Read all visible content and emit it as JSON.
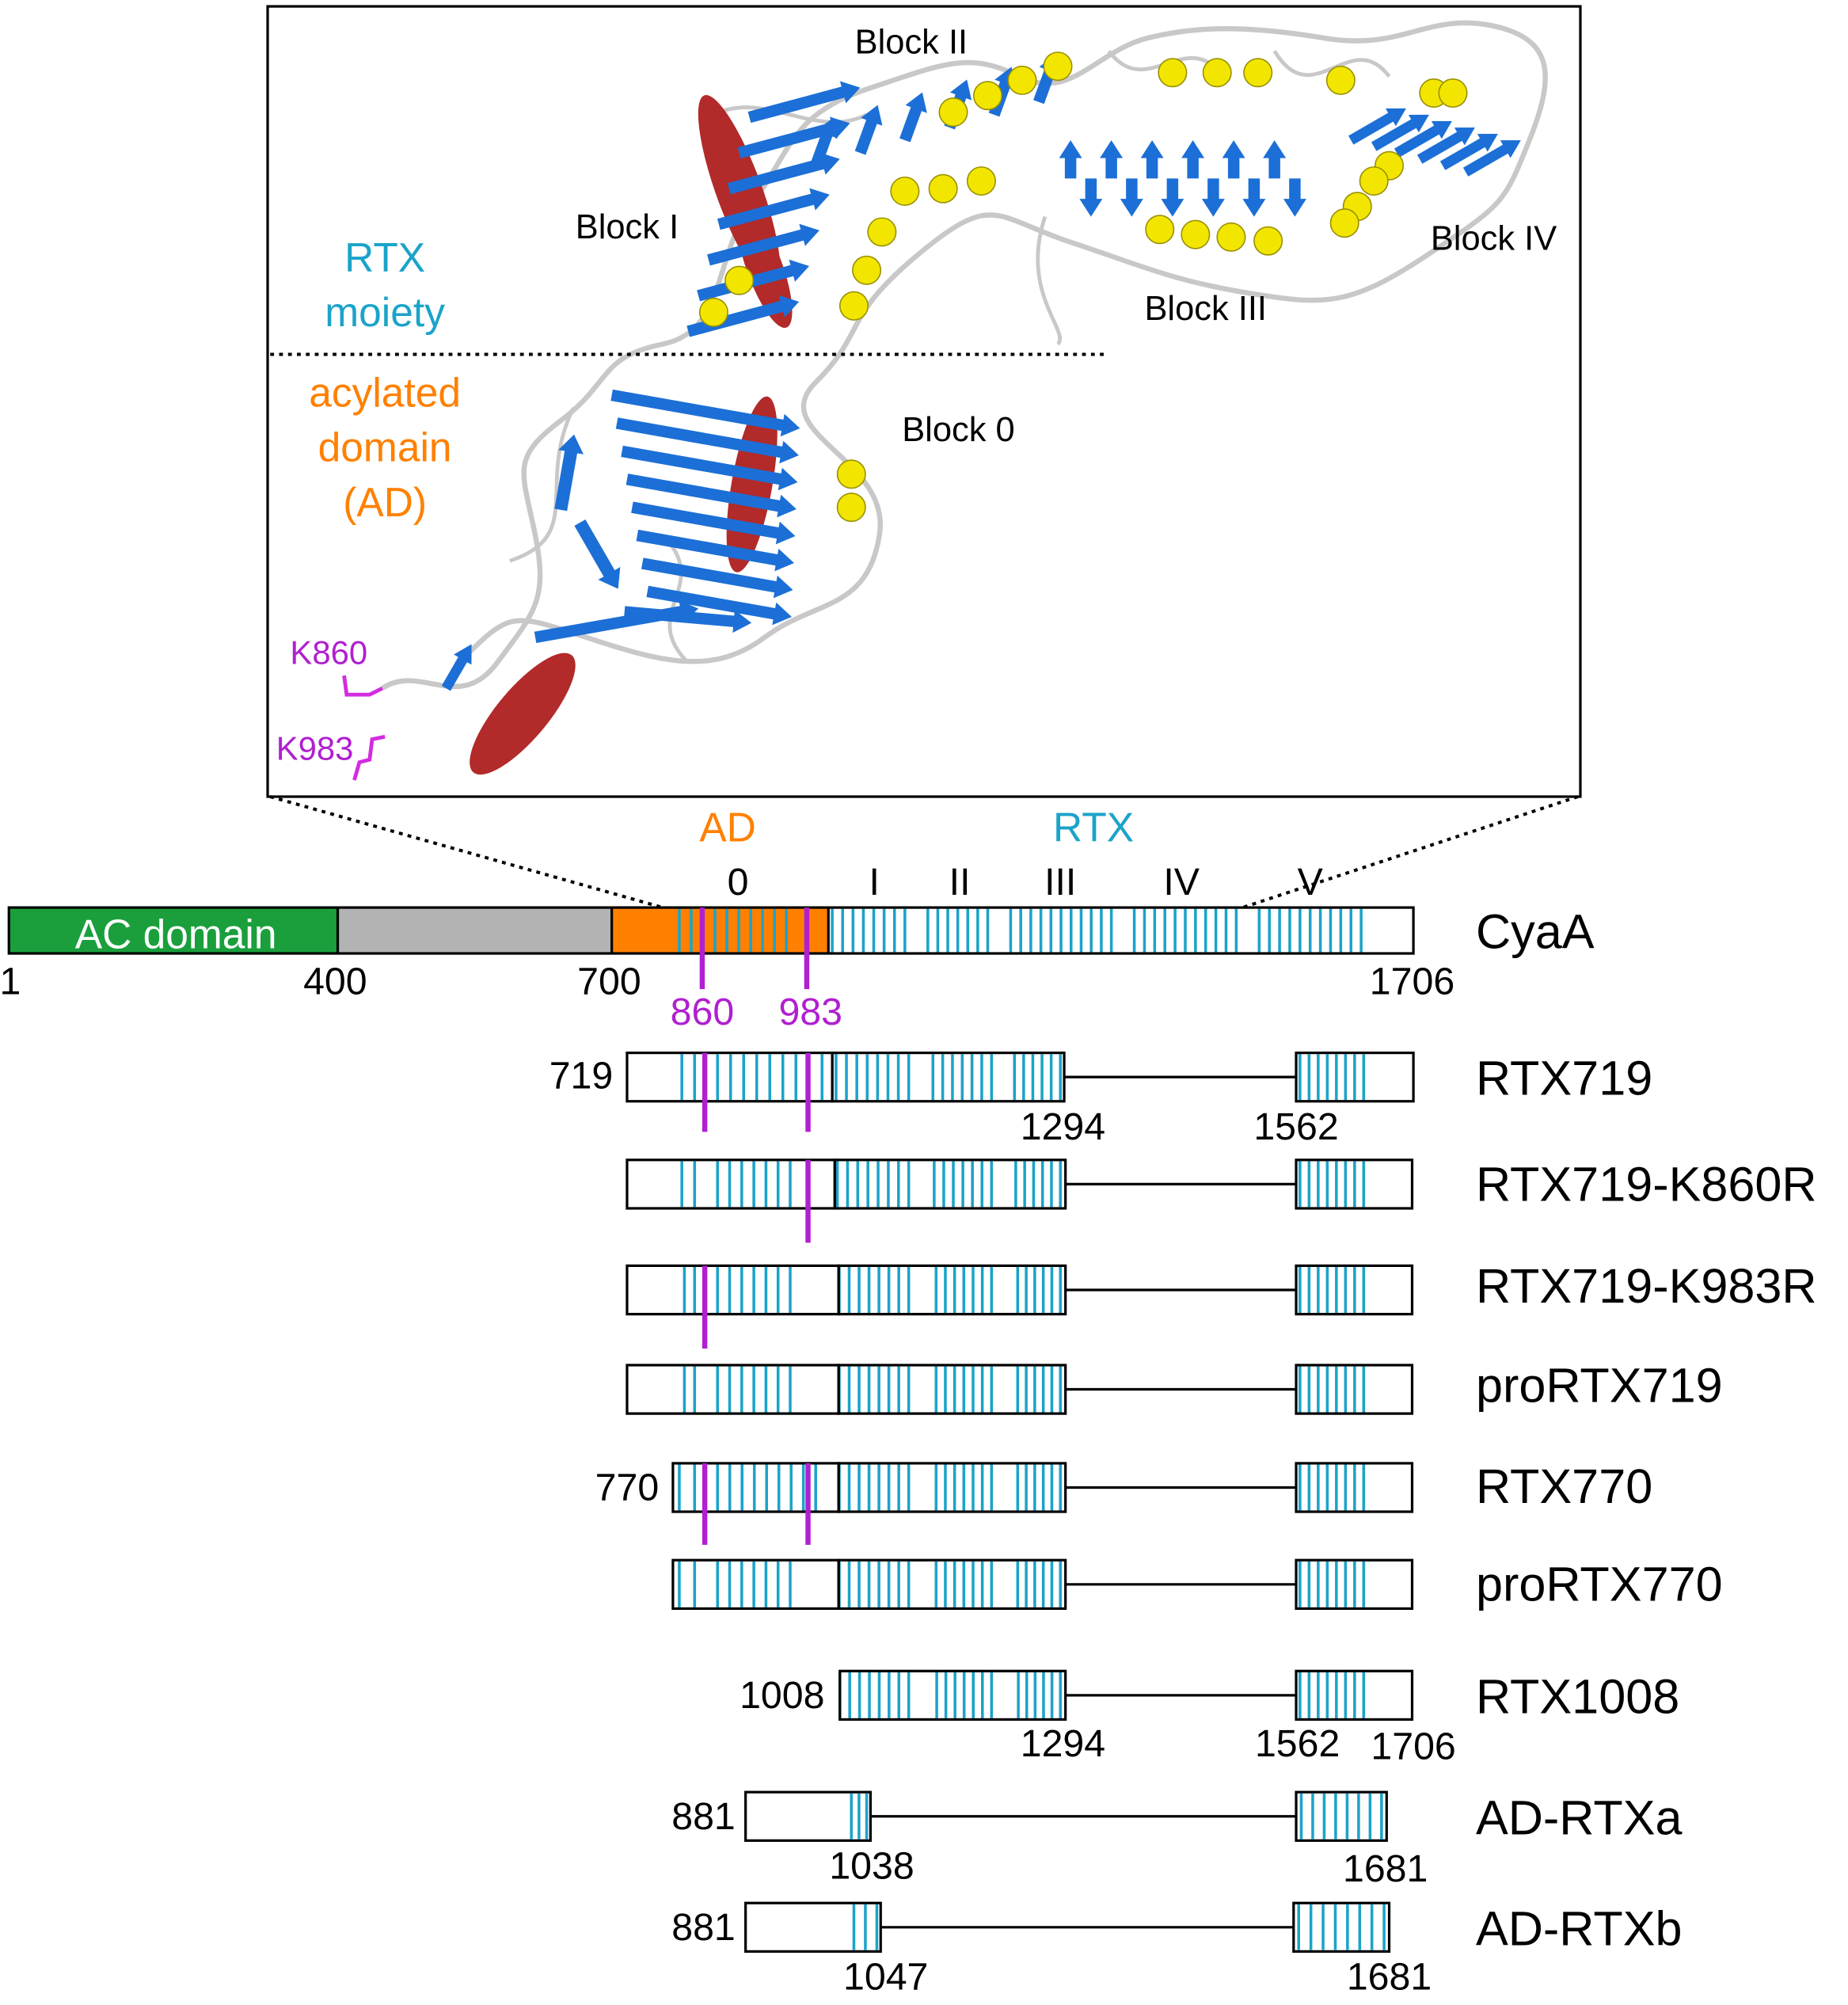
{
  "structure": {
    "rtx_moiety": [
      "RTX",
      "moiety"
    ],
    "acylated_domain": [
      "acylated",
      "domain",
      "(AD)"
    ],
    "blocks": {
      "b0": "Block 0",
      "b1": "Block I",
      "b2": "Block II",
      "b3": "Block III",
      "b4": "Block IV"
    },
    "k860": "K860",
    "k983": "K983"
  },
  "cyaa": {
    "ad_label": "AD",
    "rtx_label": "RTX",
    "block_numerals": [
      "0",
      "I",
      "II",
      "III",
      "IV",
      "V"
    ],
    "ac_domain": "AC domain",
    "name": "CyaA",
    "positions": {
      "p1": "1",
      "p400": "400",
      "p700": "700",
      "p1706": "1706"
    },
    "sites": {
      "s860": "860",
      "s983": "983"
    }
  },
  "constructs": {
    "rtx719": {
      "name": "RTX719",
      "start": "719",
      "a": "1294",
      "b": "1562"
    },
    "k860r": {
      "name": "RTX719-K860R"
    },
    "k983r": {
      "name": "RTX719-K983R"
    },
    "pro719": {
      "name": "proRTX719"
    },
    "rtx770": {
      "name": "RTX770",
      "start": "770"
    },
    "pro770": {
      "name": "proRTX770"
    },
    "rtx1008": {
      "name": "RTX1008",
      "start": "1008",
      "a": "1294",
      "b": "1562",
      "c": "1706"
    },
    "adrtxa": {
      "name": "AD-RTXa",
      "start": "881",
      "a": "1038",
      "b": "1681"
    },
    "adrtxb": {
      "name": "AD-RTXb",
      "start": "881",
      "a": "1047",
      "b": "1681"
    }
  },
  "colors": {
    "ac": "#1a9f3c",
    "linker": "#b3b3b3",
    "ad": "#ff8000",
    "rtx": "#1ba3c9",
    "site": "#b01fd0",
    "sheet": "#1c6fd6",
    "helix": "#b22a2a",
    "calcium": "#f2e600"
  }
}
